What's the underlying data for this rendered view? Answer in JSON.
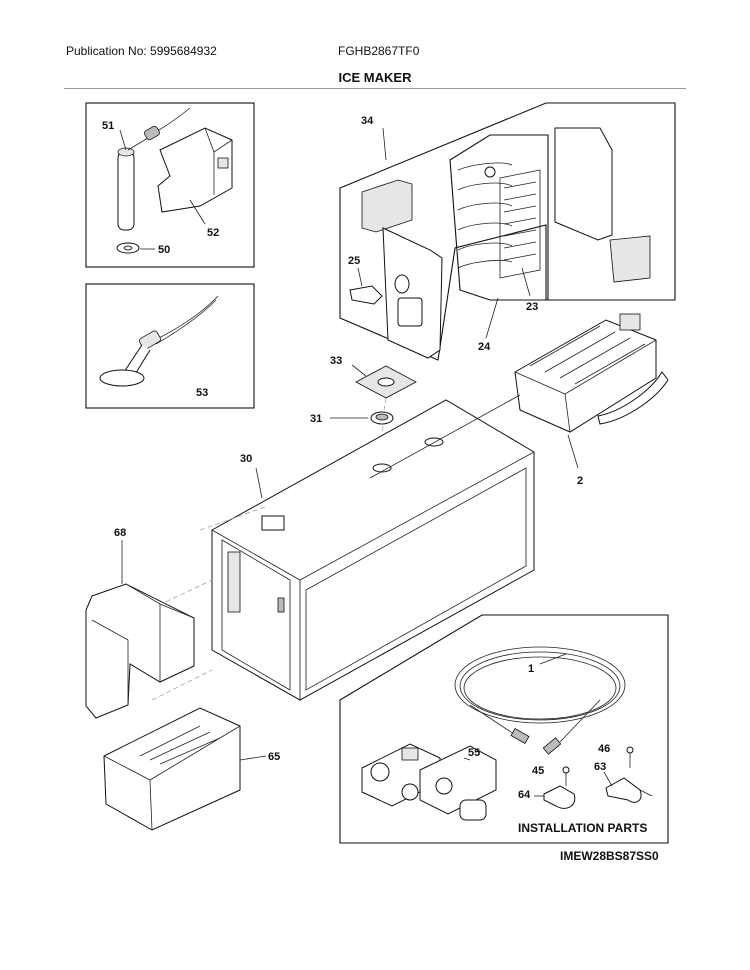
{
  "header": {
    "publication": "Publication No: 5995684932",
    "model": "FGHB2867TF0",
    "title": "ICE MAKER"
  },
  "callouts": {
    "p51": "51",
    "p52": "52",
    "p50": "50",
    "p53": "53",
    "p34": "34",
    "p25": "25",
    "p23": "23",
    "p24": "24",
    "p33": "33",
    "p31": "31",
    "p30": "30",
    "p2": "2",
    "p68": "68",
    "p65": "65",
    "p1": "1",
    "p55": "55",
    "p46": "46",
    "p45": "45",
    "p63": "63",
    "p64": "64"
  },
  "installation_label": "INSTALLATION PARTS",
  "diagram_code": "IMEW28BS87SS0"
}
